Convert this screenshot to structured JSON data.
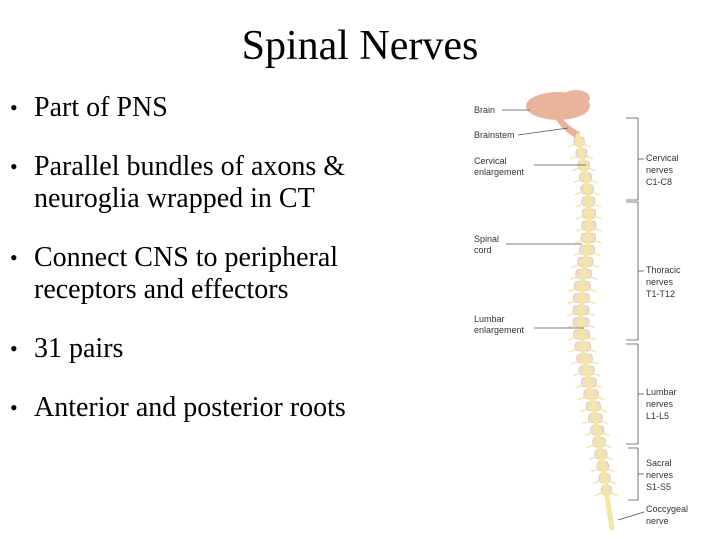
{
  "slide": {
    "title": "Spinal Nerves",
    "bullets": [
      {
        "line1": "Part of PNS"
      },
      {
        "line1": "Parallel bundles of axons &",
        "line2": "neuroglia wrapped in CT"
      },
      {
        "line1": "Connect CNS to peripheral",
        "line2": "receptors and effectors"
      },
      {
        "line1": "31 pairs"
      },
      {
        "line1": "Anterior and posterior roots"
      }
    ]
  },
  "figure": {
    "left_labels": {
      "brain": "Brain",
      "brainstem": "Brainstem",
      "cervical_enlargement": [
        "Cervical",
        "enlargement"
      ],
      "spinal_cord": [
        "Spinal",
        "cord"
      ],
      "lumbar_enlargement": [
        "Lumbar",
        "enlargement"
      ]
    },
    "right_labels": {
      "cervical_nerves": [
        "Cervical",
        "nerves",
        "C1-C8"
      ],
      "thoracic_nerves": [
        "Thoracic",
        "nerves",
        "T1-T12"
      ],
      "lumbar_nerves": [
        "Lumbar",
        "nerves",
        "L1-L5"
      ],
      "sacral_nerves": [
        "Sacral",
        "nerves",
        "S1-S5"
      ],
      "coccygeal_nerve": [
        "Coccygeal",
        "nerve"
      ]
    },
    "colors": {
      "bone": "#f1dcc8",
      "cord": "#f2e7a6",
      "brain": "#eab39c",
      "leader": "#555555"
    }
  }
}
